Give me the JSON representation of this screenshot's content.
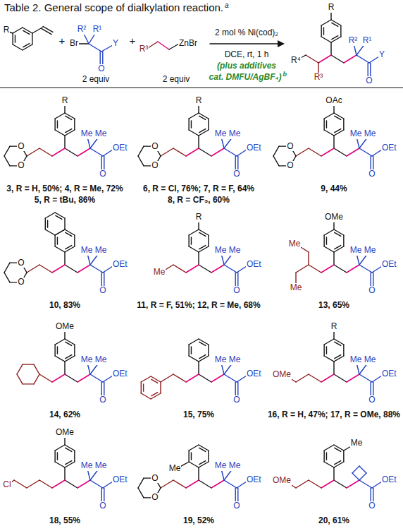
{
  "diagram": {
    "title": "Table 2. General scope of dialkylation reaction.",
    "labels": [
      "a",
      "R",
      "R²",
      "R¹",
      "Br",
      "O",
      "Y",
      "2 equiv",
      "R³",
      "ZnBr",
      "2 equiv",
      "+",
      "+",
      "2 mol % Ni(cod)₂",
      "DCE, rt, 1 h",
      "(plus additives",
      "cat. DMFU/AgBF₄)",
      "b",
      "R",
      "R²",
      "R¹",
      "O",
      "Y",
      "R⁴",
      "R³",
      "R",
      "Me",
      "Me",
      "O",
      "OEt",
      "O",
      "O",
      "3, R = H, 50%; 4, R = Me, 72%",
      "5, R = tBu, 86%",
      "R",
      "Me",
      "Me",
      "O",
      "OEt",
      "O",
      "O",
      "6, R = Cl, 76%; 7, R = F, 64%",
      "8, R = CF₃, 60%",
      "OAc",
      "Me",
      "Me",
      "O",
      "OEt",
      "O",
      "O",
      "9, 44%",
      "Me",
      "Me",
      "O",
      "OEt",
      "O",
      "O",
      "10, 83%",
      "R",
      "Me",
      "Me",
      "O",
      "OEt",
      "Me",
      "11, R = F, 51%; 12, R = Me, 68%",
      "OMe",
      "Me",
      "Me",
      "O",
      "OEt",
      "Me",
      "Me",
      "13, 65%",
      "OMe",
      "Me",
      "Me",
      "O",
      "OEt",
      "14, 62%",
      "Me",
      "Me",
      "O",
      "OEt",
      "15, 75%",
      "R",
      "Me",
      "Me",
      "O",
      "OEt",
      "OMe",
      "16, R = H, 47%; 17, R = OMe, 88%",
      "OMe",
      "Me",
      "Me",
      "O",
      "OEt",
      "Cl",
      "18, 55%",
      "Me",
      "Me",
      "Me",
      "O",
      "OEt",
      "O",
      "O",
      "19, 52%",
      "Me",
      "O",
      "OEt",
      "OMe",
      "20, 61%"
    ]
  }
}
